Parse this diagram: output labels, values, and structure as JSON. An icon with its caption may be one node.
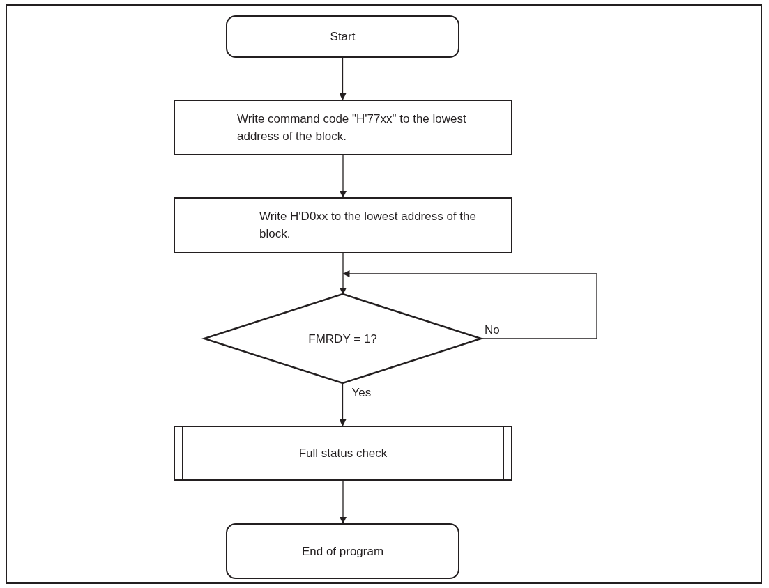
{
  "diagram": {
    "nodes": [
      {
        "text": [
          "Start"
        ]
      },
      {
        "text": [
          "Write command code \"H'77xx\" to the lowest address of the block."
        ]
      },
      {
        "text": [
          "Write H'D0xx to the lowest address of the block."
        ]
      },
      {
        "text": [
          "FMRDY = 1?"
        ]
      },
      {
        "text": [
          "Full status check"
        ]
      },
      {
        "text": [
          "End of program"
        ]
      }
    ],
    "edges": [
      {
        "from": 0,
        "to": 1,
        "arrow": "to"
      },
      {
        "from": 1,
        "to": 2,
        "arrow": "to"
      },
      {
        "from": 2,
        "to": 3,
        "arrow": "to"
      },
      {
        "from": 3,
        "to": 3,
        "arrow": "to",
        "label": "No"
      },
      {
        "from": 3,
        "to": 4,
        "arrow": "to",
        "label": "Yes"
      },
      {
        "from": 4,
        "to": 5,
        "arrow": "to"
      }
    ]
  }
}
